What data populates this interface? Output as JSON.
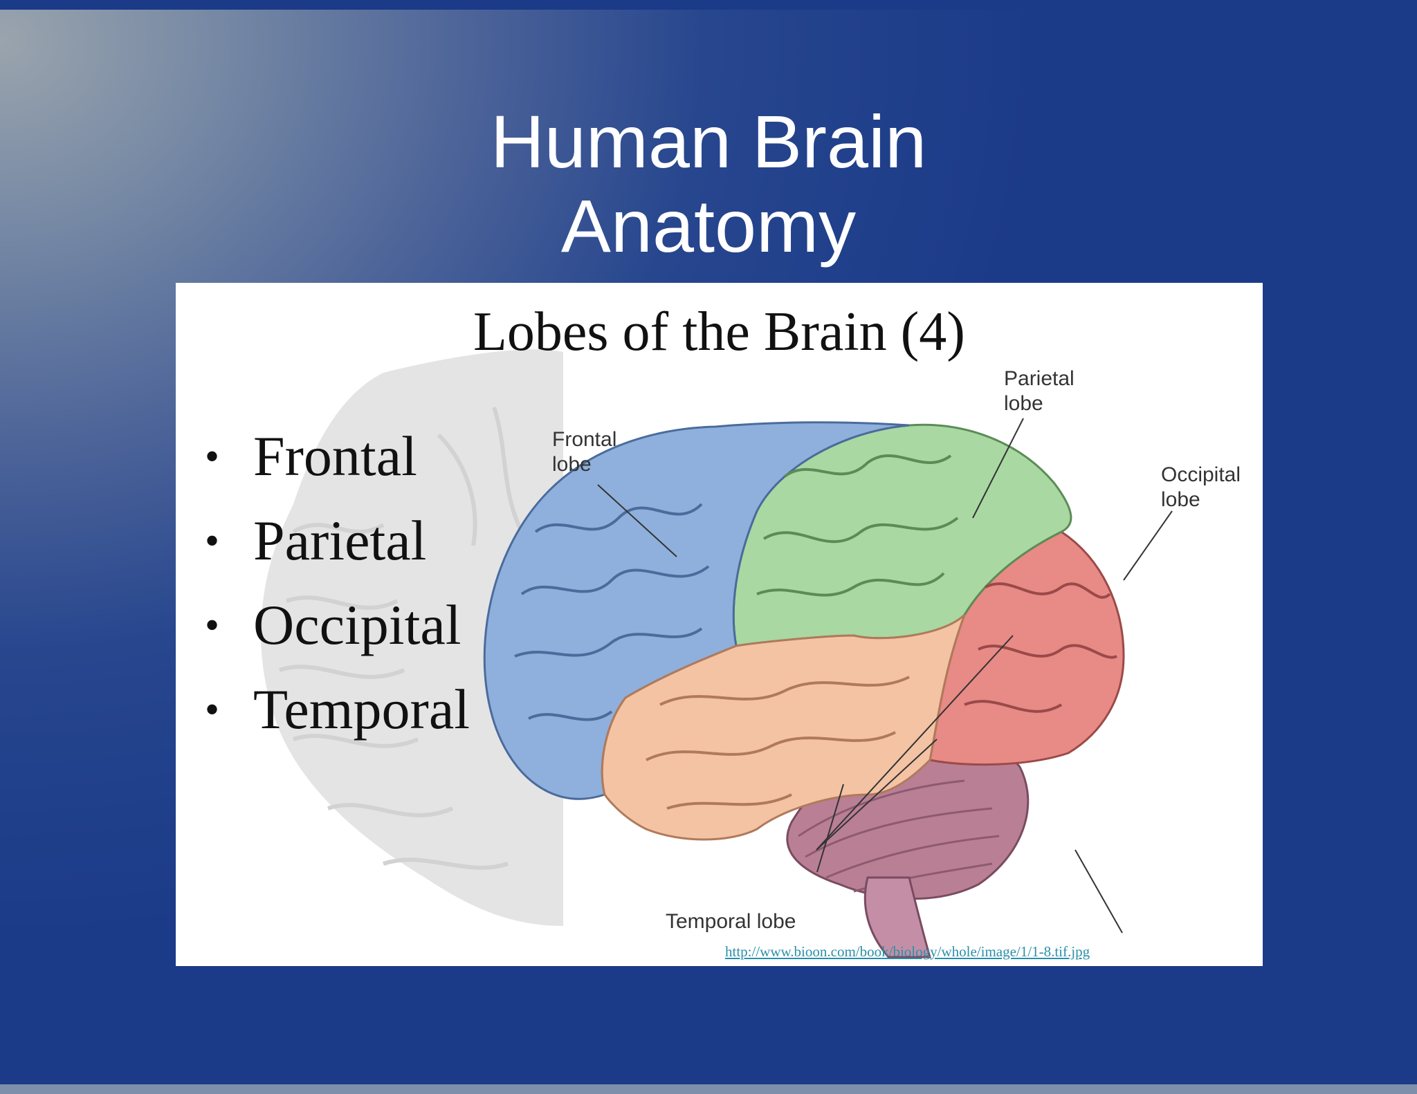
{
  "slide": {
    "title_line1": "Human Brain",
    "title_line2": "Anatomy",
    "background_color": "#1b3a88"
  },
  "figure": {
    "title": "Lobes of the Brain (4)",
    "bullets": [
      "Frontal",
      "Parietal",
      "Occipital",
      "Temporal"
    ],
    "labels": {
      "parietal": [
        "Parietal",
        "lobe"
      ],
      "frontal": [
        "Frontal",
        "lobe"
      ],
      "occipital": [
        "Occipital",
        "lobe"
      ],
      "temporal": "Temporal lobe"
    },
    "source_url": "http://www.bioon.com/book/biology/whole/image/1/1-8.tif.jpg",
    "lobe_colors": {
      "frontal": "#8fb0dc",
      "parietal": "#a9d8a2",
      "occipital": "#e88a86",
      "temporal": "#f3c3a4",
      "cerebellum": "#b97f95"
    }
  }
}
